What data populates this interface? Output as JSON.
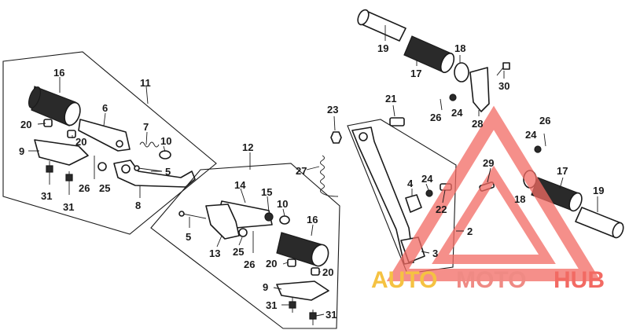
{
  "diagram": {
    "labels": {
      "p16a": "16",
      "p11": "11",
      "p6": "6",
      "p20a": "20",
      "p20b": "20",
      "p7": "7",
      "p10a": "10",
      "p9a": "9",
      "p5a": "5",
      "p26a": "26",
      "p25a": "25",
      "p31a": "31",
      "p31b": "31",
      "p8": "8",
      "p19a": "19",
      "p18a": "18",
      "p17a": "17",
      "p30": "30",
      "p21": "21",
      "p26b": "26",
      "p24a": "24",
      "p28": "28",
      "p23": "23",
      "p12": "12",
      "p27": "27",
      "p14": "14",
      "p15": "15",
      "p10b": "10",
      "p16b": "16",
      "p5b": "5",
      "p13": "13",
      "p25b": "25",
      "p26c": "26",
      "p20c": "20",
      "p20d": "20",
      "p9b": "9",
      "p31c": "31",
      "p31d": "31",
      "p4": "4",
      "p24b": "24",
      "p22": "22",
      "p29": "29",
      "p2": "2",
      "p3": "3",
      "p24c": "24",
      "p26d": "26",
      "p17b": "17",
      "p18b": "18",
      "p19b": "19"
    },
    "watermark": {
      "part1": "AUTO",
      "part2": "MOTO",
      "part3": "HUB",
      "color_yellow": "#f5c242",
      "color_red": "#f26a63"
    }
  }
}
